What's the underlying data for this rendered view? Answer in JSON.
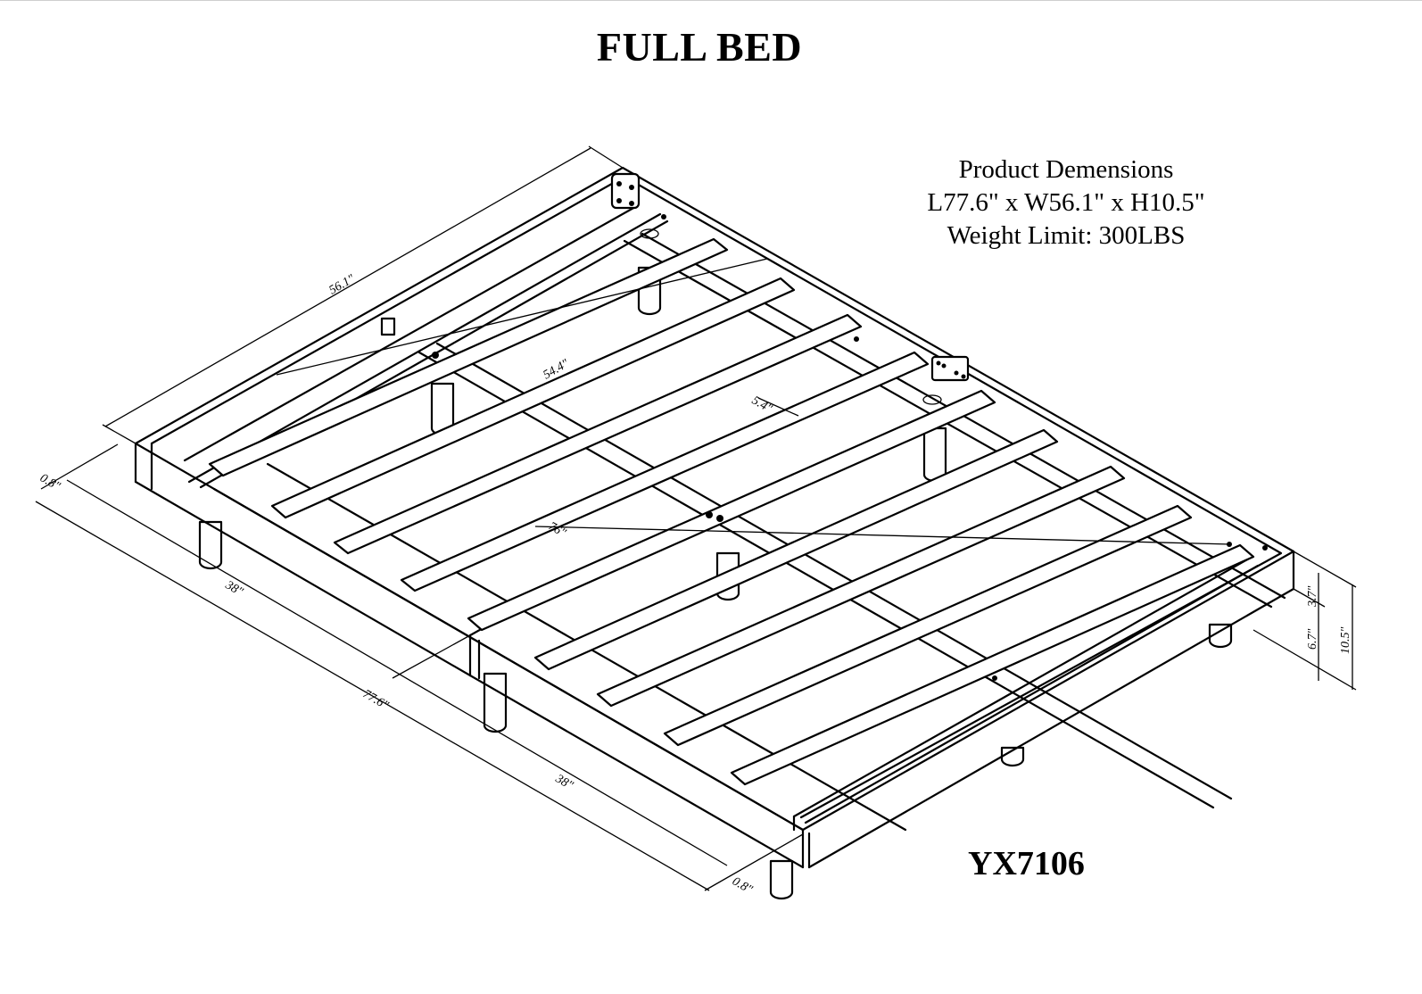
{
  "title": "FULL BED",
  "specs": {
    "heading": "Product Demensions",
    "dimensions": "L77.6\" x W56.1\" x H10.5\"",
    "weight_limit": "Weight Limit: 300LBS"
  },
  "model_number": "YX7106",
  "dimension_labels": {
    "width_overall": "56.1\"",
    "inner_width": "54.4\"",
    "slat_gap": "5.4\"",
    "inner_length": "76\"",
    "rail_thickness_back": "0.8\"",
    "rail_thickness_front": "0.8\"",
    "half_length_left": "38\"",
    "half_length_right": "38\"",
    "length_overall": "77.6\"",
    "rail_height": "3.7\"",
    "leg_clearance": "6.7\"",
    "height_overall": "10.5\""
  },
  "colors": {
    "line": "#000000",
    "background": "#ffffff"
  }
}
